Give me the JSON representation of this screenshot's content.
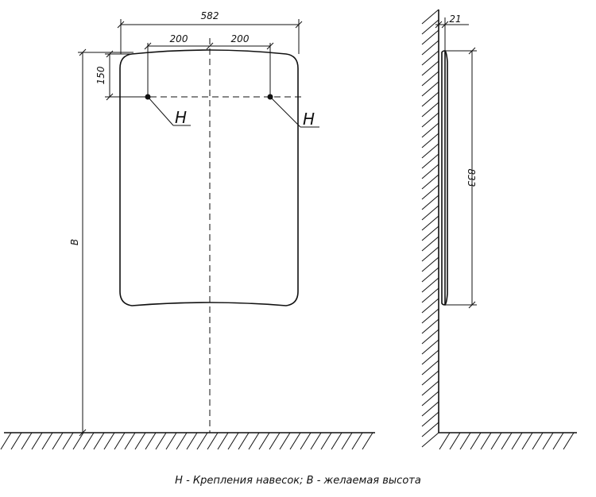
{
  "front_view": {
    "width_dim": "582",
    "left_hook_spacing": "200",
    "right_hook_spacing": "200",
    "hook_offset_dim": "150",
    "height_label": "B",
    "hook_left_label": "H",
    "hook_right_label": "H"
  },
  "side_view": {
    "depth_dim": "21",
    "height_dim": "833"
  },
  "caption": "H - Крепления навесок; B - желаемая высота"
}
